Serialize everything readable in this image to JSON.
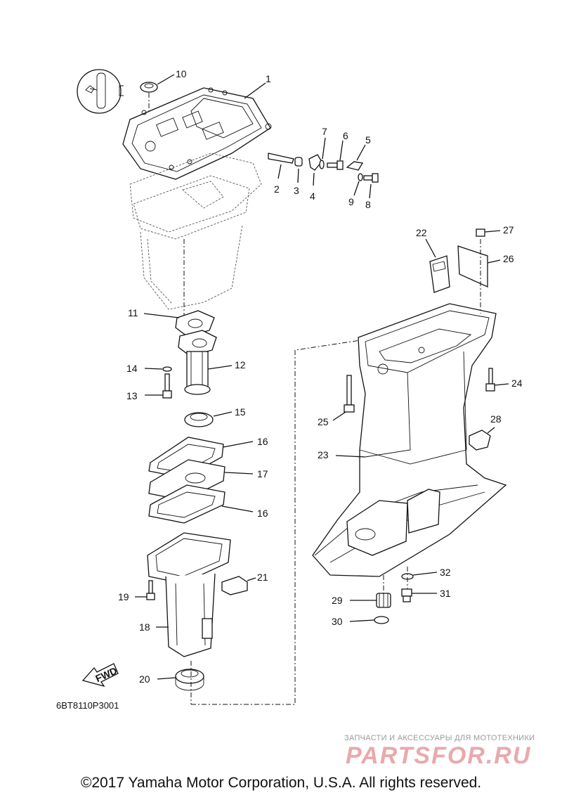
{
  "diagram": {
    "drawing_code": "6BT8110P3001",
    "fwd_label": "FWD",
    "callouts": [
      "1",
      "2",
      "3",
      "4",
      "5",
      "6",
      "7",
      "8",
      "9",
      "10",
      "11",
      "12",
      "13",
      "14",
      "15",
      "16",
      "16",
      "17",
      "18",
      "19",
      "20",
      "21",
      "22",
      "23",
      "24",
      "25",
      "26",
      "27",
      "28",
      "29",
      "30",
      "31",
      "32"
    ]
  },
  "watermark": {
    "tagline": "ЗАПЧАСТИ И АКСЕССУАРЫ ДЛЯ МОТОТЕХНИКИ",
    "logo": "PARTSFOR.RU"
  },
  "footer": {
    "copyright": "©2017 Yamaha Motor Corporation, U.S.A. All rights reserved."
  }
}
